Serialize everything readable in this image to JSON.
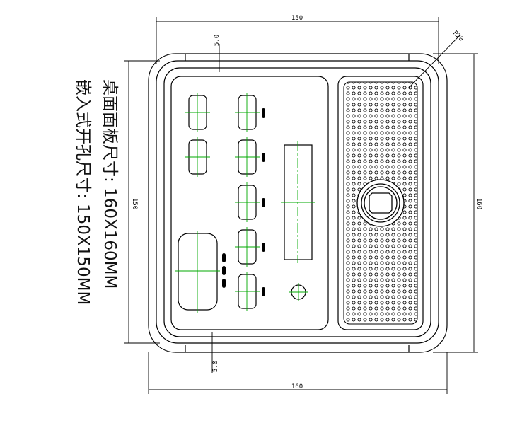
{
  "drawing": {
    "dimensions": {
      "top_width": "150",
      "bottom_width": "160",
      "left_height": "150",
      "right_height": "160",
      "top_offset": "5.0",
      "bottom_offset": "5.0",
      "corner_radius": "R20"
    },
    "notes": {
      "panel_size": "桌面面板尺寸: 160X160MM",
      "cutout_size": "嵌入式开孔尺寸: 150X150MM"
    },
    "colors": {
      "line": "#000000",
      "centerline": "#00aa00"
    }
  }
}
